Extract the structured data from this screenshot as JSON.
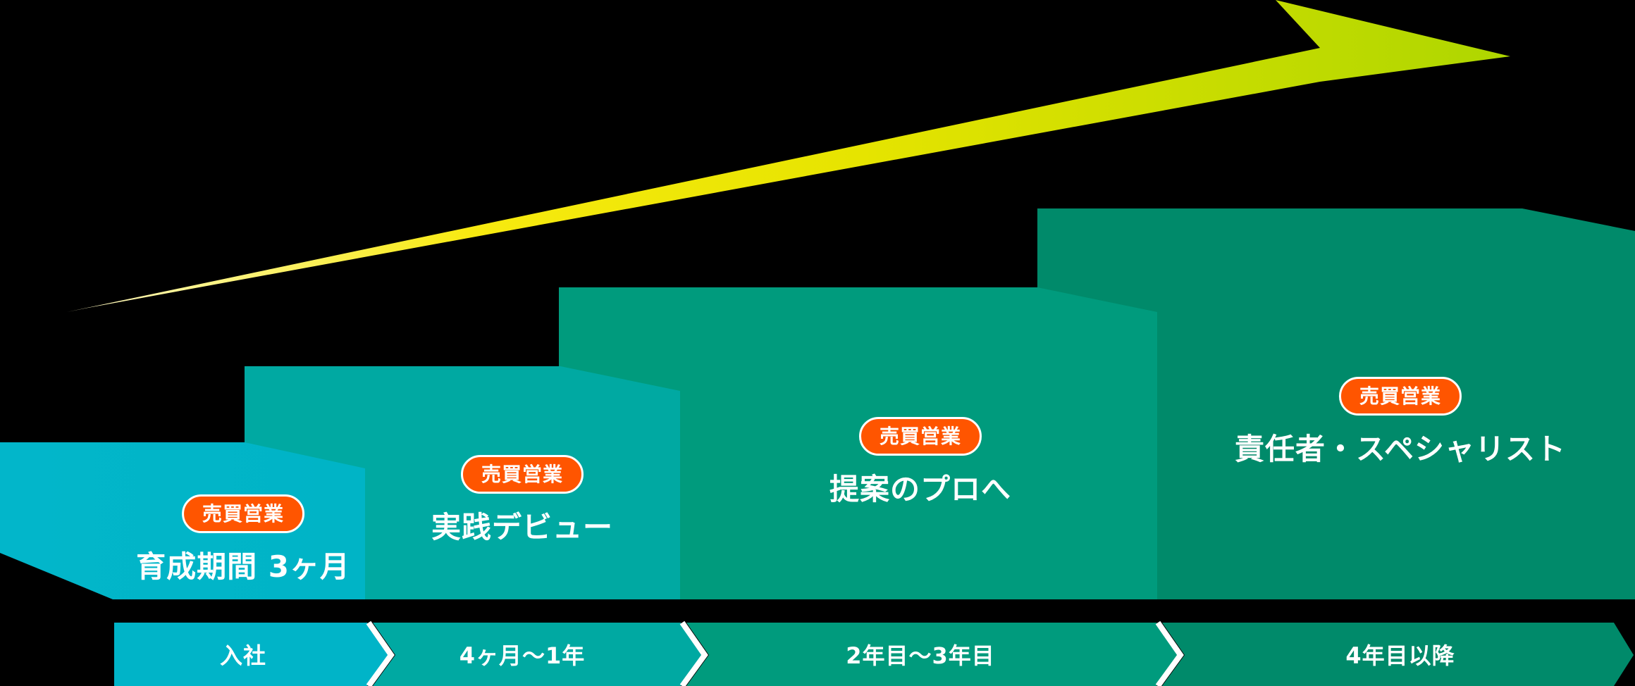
{
  "diagram": {
    "type": "career-step-diagram",
    "colors": {
      "background": "#000000",
      "arrow_start": "#FFF7B0",
      "arrow_mid": "#F5E600",
      "arrow_end": "#B4D600",
      "stage1": "#00B4C8",
      "stage2": "#00A9A2",
      "stage3": "#009B7D",
      "stage4": "#008A6A",
      "badge": "#FF5500",
      "text": "#FFFFFF"
    },
    "stages": [
      {
        "badge": "売買営業",
        "title": "育成期間 3ヶ月"
      },
      {
        "badge": "売買営業",
        "title": "実践デビュー"
      },
      {
        "badge": "売買営業",
        "title": "提案のプロへ"
      },
      {
        "badge": "売買営業",
        "title": "責任者・スペシャリスト"
      }
    ],
    "timeline": [
      {
        "label": "入社"
      },
      {
        "label": "4ヶ月〜1年"
      },
      {
        "label": "2年目〜3年目"
      },
      {
        "label": "4年目以降"
      }
    ]
  }
}
